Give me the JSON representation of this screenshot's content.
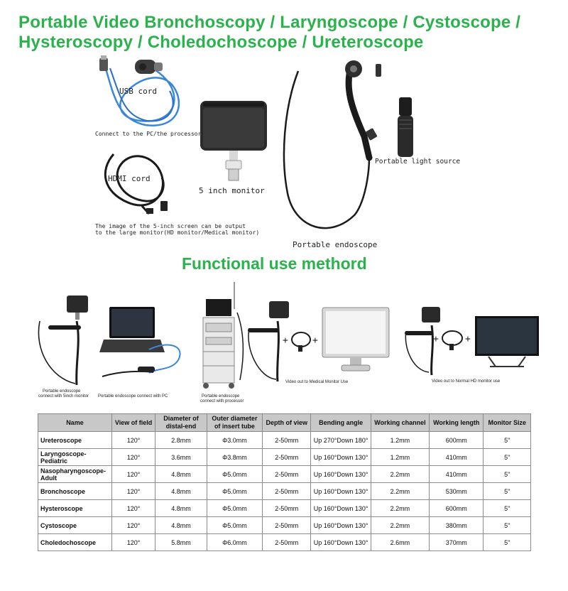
{
  "title_line1": "Portable Video Bronchoscopy / Laryngoscope / Cystoscope /",
  "title_line2": "Hysteroscopy / Choledochoscope / Ureteroscope",
  "top_labels": {
    "usb_cord": "USB cord",
    "connect_pc": "Connect to the PC/the processor",
    "hdmi_cord": "HDMI cord",
    "monitor": "5 inch monitor",
    "light_source": "Portable light source",
    "output_line1": "The image of the 5-inch screen can be output",
    "output_line2": "to the large monitor(HD monitor/Medical monitor)",
    "endoscope": "Portable endoscope"
  },
  "section_title": "Functional use methord",
  "use_captions": {
    "c1_line1": "Portable endoscope",
    "c1_line2": "connect with 5inch monitor",
    "c2": "Portable endoscope connect with PC",
    "c3_line1": "Portable endoscope",
    "c3_line2": "connect with processor",
    "c4": "Video out to Medical Monitor Use",
    "c5": "Video out to Normal HD monitor use"
  },
  "plus": "+",
  "table": {
    "headers": [
      "Name",
      "View of field",
      "Diameter of distal-end",
      "Outer diameter of insert tube",
      "Depth of view",
      "Bending angle",
      "Working channel",
      "Working length",
      "Monitor Size"
    ],
    "rows": [
      [
        "Ureteroscope",
        "120°",
        "2.8mm",
        "Φ3.0mm",
        "2-50mm",
        "Up 270°Down 180°",
        "1.2mm",
        "600mm",
        "5\""
      ],
      [
        "Laryngoscope-Pediatric",
        "120°",
        "3.6mm",
        "Φ3.8mm",
        "2-50mm",
        "Up 160°Down 130°",
        "1.2mm",
        "410mm",
        "5\""
      ],
      [
        "Nasopharyngoscope-Adult",
        "120°",
        "4.8mm",
        "Φ5.0mm",
        "2-50mm",
        "Up 160°Down 130°",
        "2.2mm",
        "410mm",
        "5\""
      ],
      [
        "Bronchoscope",
        "120°",
        "4.8mm",
        "Φ5.0mm",
        "2-50mm",
        "Up 160°Down 130°",
        "2.2mm",
        "530mm",
        "5\""
      ],
      [
        "Hysteroscope",
        "120°",
        "4.8mm",
        "Φ5.0mm",
        "2-50mm",
        "Up 160°Down 130°",
        "2.2mm",
        "600mm",
        "5\""
      ],
      [
        "Cystoscope",
        "120°",
        "4.8mm",
        "Φ5.0mm",
        "2-50mm",
        "Up 160°Down 130°",
        "2.2mm",
        "380mm",
        "5\""
      ],
      [
        "Choledochoscope",
        "120°",
        "5.8mm",
        "Φ6.0mm",
        "2-50mm",
        "Up 160°Down 130°",
        "2.6mm",
        "370mm",
        "5\""
      ]
    ]
  },
  "colors": {
    "accent_green": "#2bb24c",
    "cable_blue": "#3a86d8",
    "header_gray": "#c8c8c8"
  }
}
